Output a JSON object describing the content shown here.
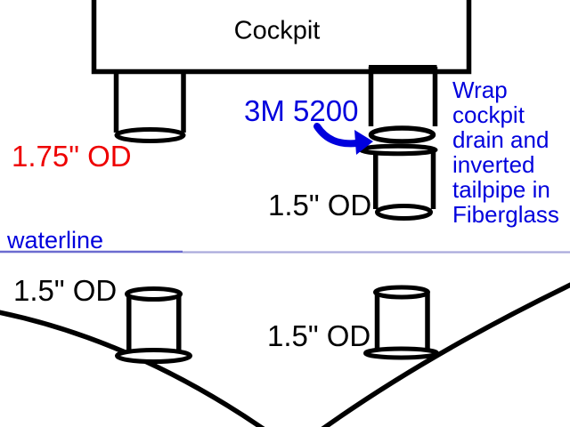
{
  "diagram": {
    "background": "#ffffff",
    "ink_color": "#000000",
    "cockpit": {
      "label": "Cockpit"
    },
    "left_drain": {
      "od_label": "1.75\" OD",
      "od_color": "#ee0000"
    },
    "adhesive": {
      "label": "3M 5200",
      "color": "#0000dd"
    },
    "tailpipe": {
      "od_label": "1.5\" OD"
    },
    "wrap_note": {
      "color": "#0000dd",
      "lines": [
        "Wrap",
        "cockpit",
        "drain and",
        "inverted",
        "tailpipe in",
        "Fiberglass"
      ]
    },
    "waterline": {
      "label": "waterline",
      "text_color": "#0000dd",
      "line_color": "#6b6bd0",
      "line_color_light": "#aaaadc"
    },
    "left_thruhull": {
      "od_label": "1.5\" OD"
    },
    "right_thruhull": {
      "od_label": "1.5\" OD"
    }
  }
}
